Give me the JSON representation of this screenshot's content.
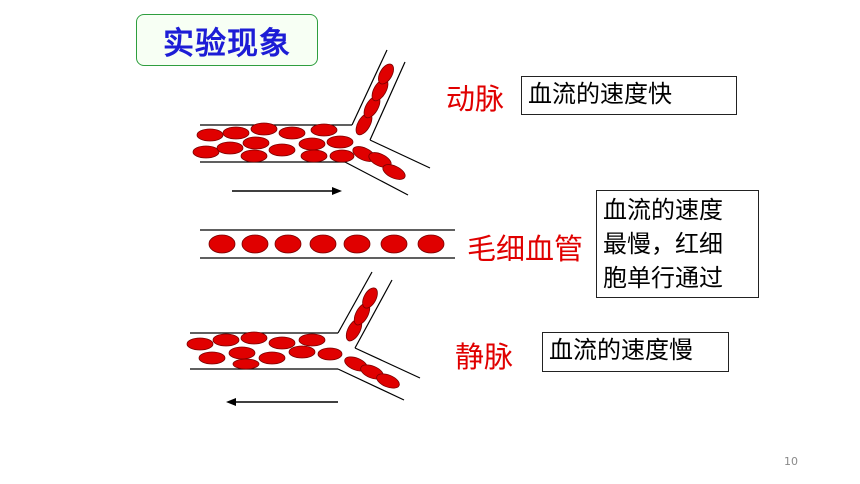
{
  "slide": {
    "title": "实验现象",
    "page_number": "10"
  },
  "vessels": {
    "artery": {
      "label": "动脉",
      "description": "血流的速度快",
      "arrow_direction": "right"
    },
    "capillary": {
      "label": "毛细血管",
      "description_lines": [
        "血流的速度",
        "最慢，红细",
        "胞单行通过"
      ]
    },
    "vein": {
      "label": "静脉",
      "description": "血流的速度慢",
      "arrow_direction": "left"
    }
  },
  "colors": {
    "blood_cell": "#e00000",
    "label_text": "#e00000",
    "title_text": "#1d1dd6",
    "title_border": "#2e9e3e"
  }
}
